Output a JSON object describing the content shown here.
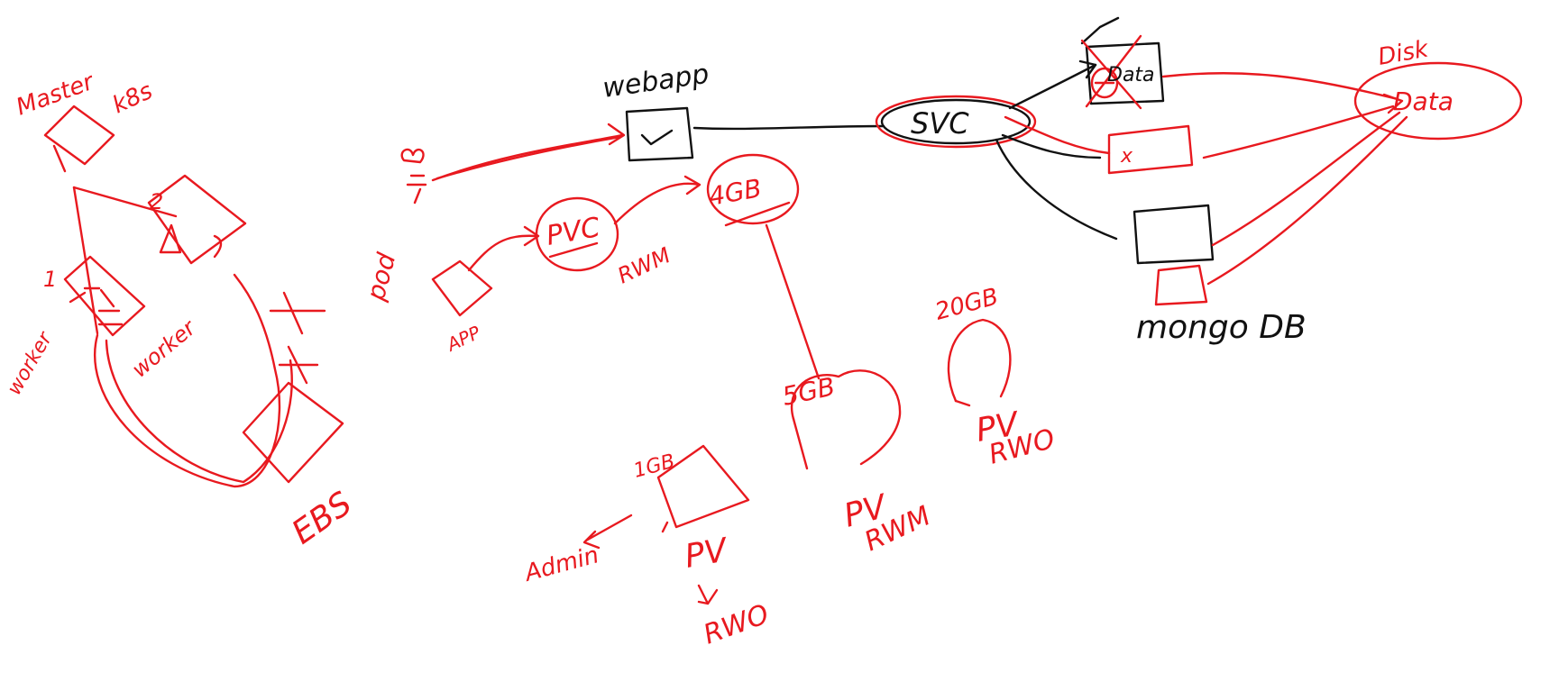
{
  "colors": {
    "red_ink": "#e8191f",
    "black_ink": "#111111",
    "background": "#ffffff"
  },
  "labels": {
    "master": "Master",
    "k8s": "k8s",
    "num_1": "1",
    "num_2": "2",
    "worker_left": "worker",
    "worker_mid": "worker",
    "ebs": "EBS",
    "pod": "pod",
    "app": "APP",
    "pvc": "PVC",
    "rwm_pvc": "RWM",
    "webapp": "webapp",
    "size_4gb": "4GB",
    "size_5gb": "5GB",
    "size_1gb": "1GB",
    "size_20gb": "20GB",
    "pv_1gb": "PV",
    "rwo_1gb": "RWO",
    "pv_5gb": "PV",
    "rwm_5gb": "RWM",
    "pv_20gb": "PV",
    "rwo_20gb": "RWO",
    "admin": "Admin",
    "svc": "SVC",
    "data_top": "Data",
    "x_mark": "x",
    "mongodb": "mongo DB",
    "disk": "Disk",
    "data_right": "Data"
  }
}
